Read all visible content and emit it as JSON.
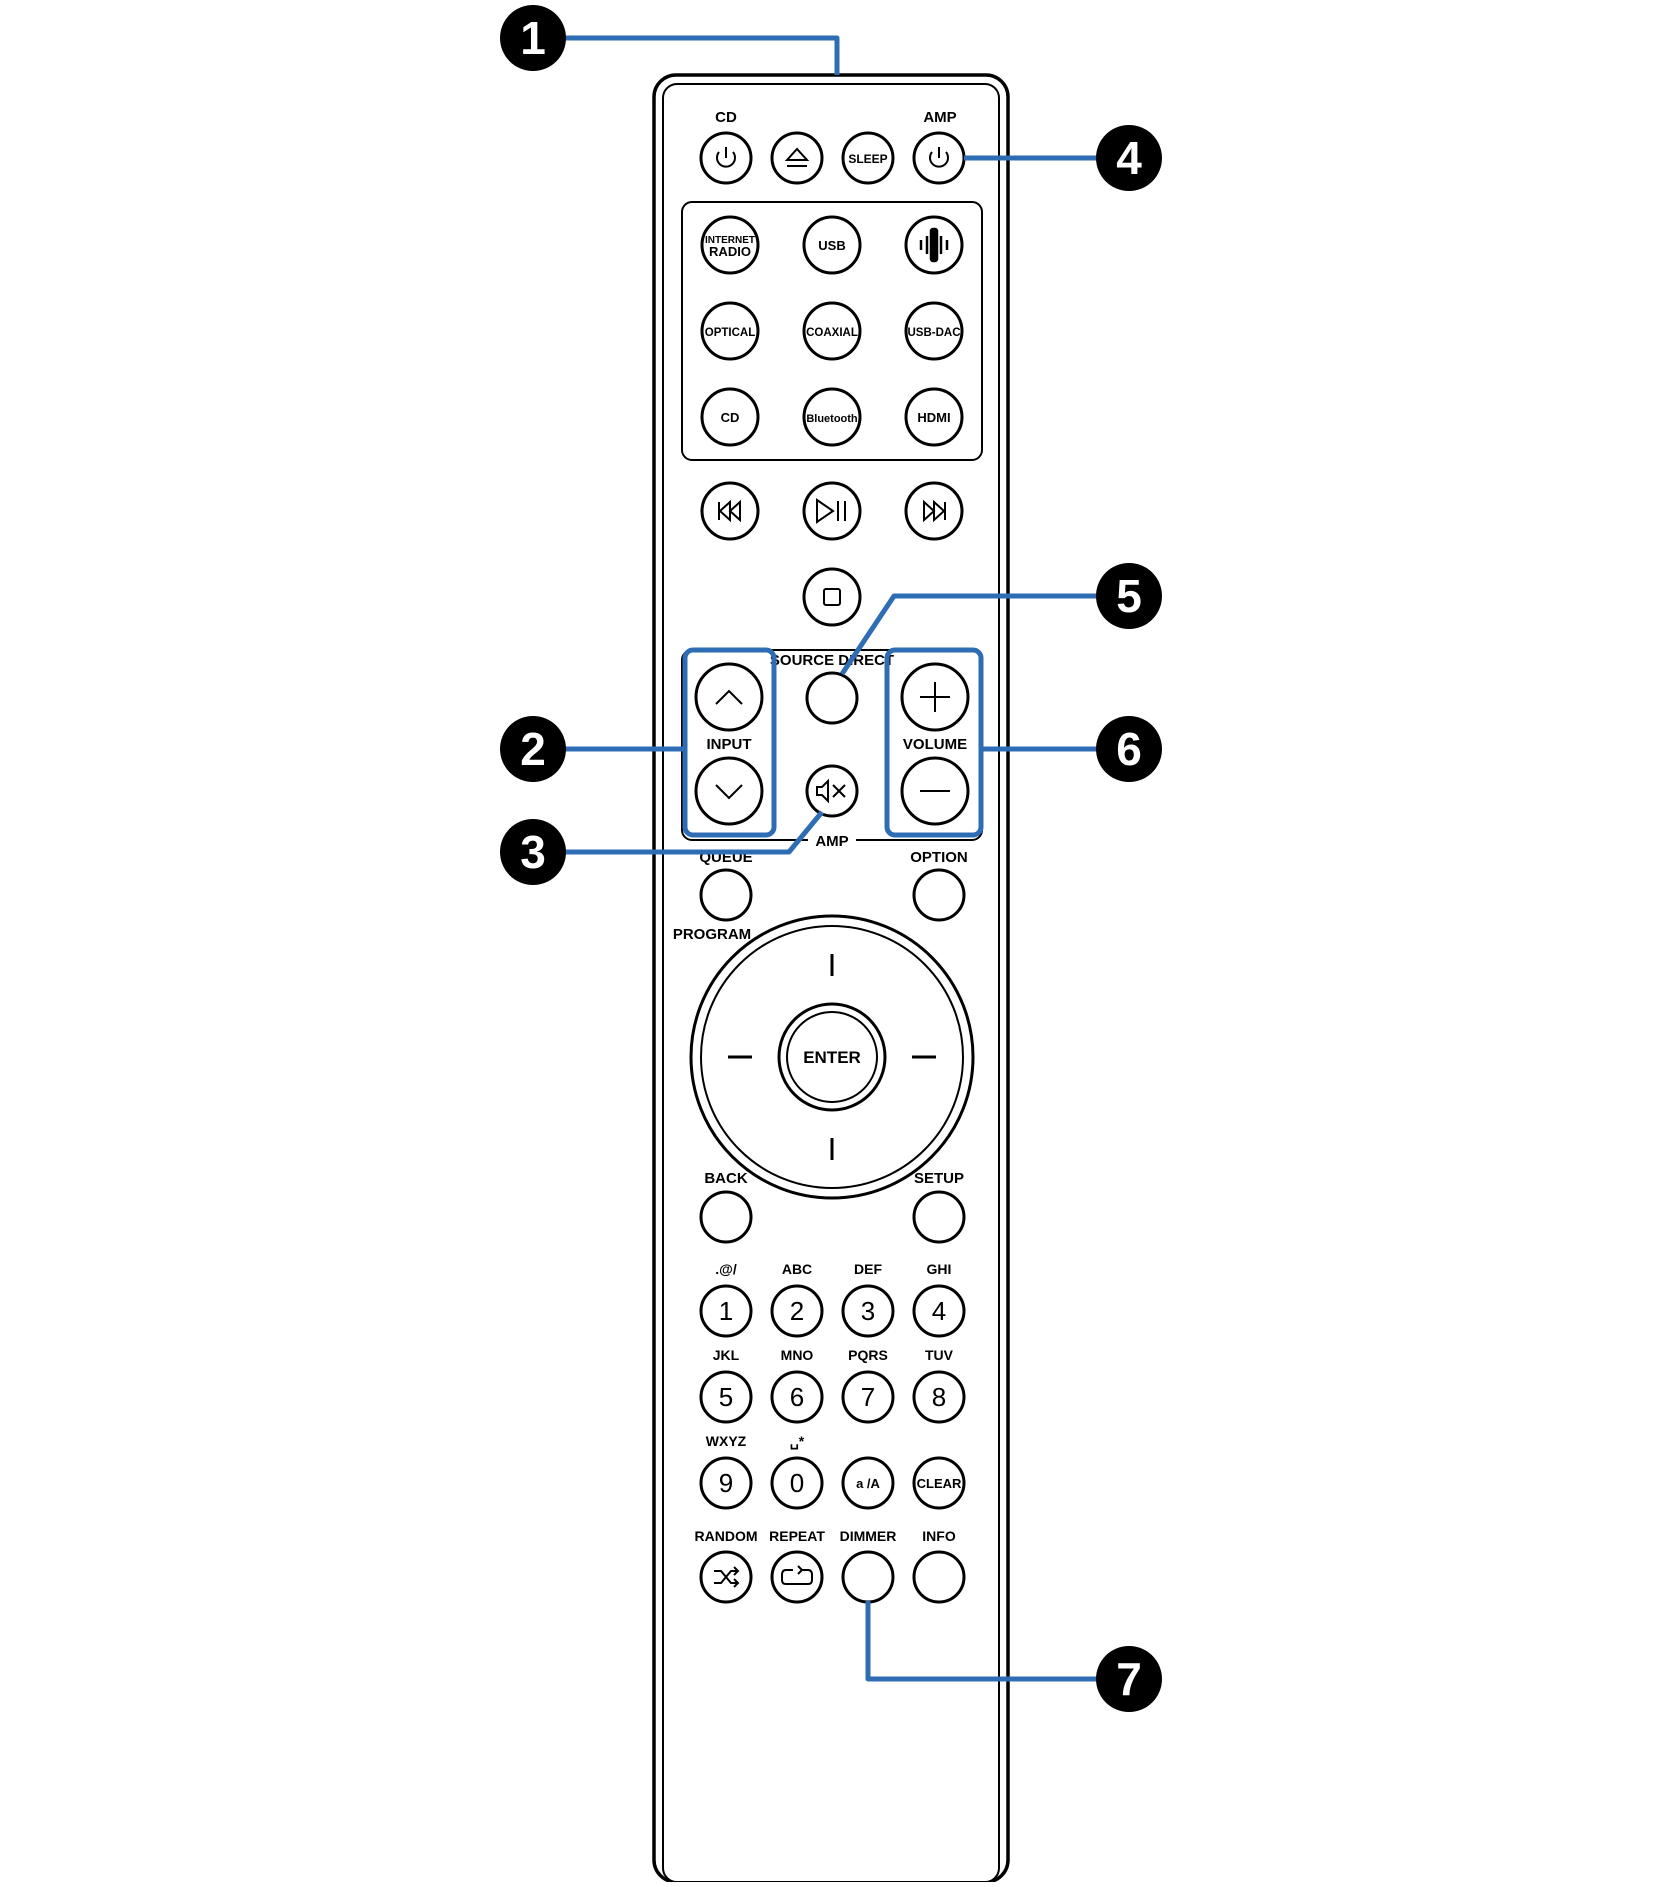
{
  "colors": {
    "callout_blue": "#2e6db4",
    "outline": "#000000",
    "callout_fill": "#000000",
    "background": "#ffffff"
  },
  "top_labels": {
    "cd": "CD",
    "amp": "AMP"
  },
  "top_buttons": [
    {
      "id": "cd-power",
      "icon": "power-icon"
    },
    {
      "id": "eject",
      "icon": "eject-icon"
    },
    {
      "id": "sleep",
      "label": "SLEEP"
    },
    {
      "id": "amp-power",
      "icon": "power-icon"
    }
  ],
  "source_buttons": [
    {
      "id": "internet-radio",
      "label": "INTERNET\nRADIO"
    },
    {
      "id": "usb",
      "label": "USB"
    },
    {
      "id": "heos",
      "icon": "heos-icon"
    },
    {
      "id": "optical",
      "label": "OPTICAL"
    },
    {
      "id": "coaxial",
      "label": "COAXIAL"
    },
    {
      "id": "usb-dac",
      "label": "USB-DAC"
    },
    {
      "id": "cd",
      "label": "CD"
    },
    {
      "id": "bluetooth",
      "label": "Bluetooth"
    },
    {
      "id": "hdmi",
      "label": "HDMI"
    }
  ],
  "transport_buttons": [
    {
      "id": "previous",
      "icon": "skip-back-icon"
    },
    {
      "id": "play-pause",
      "icon": "play-pause-icon"
    },
    {
      "id": "next",
      "icon": "skip-forward-icon"
    },
    {
      "id": "stop",
      "icon": "stop-icon"
    }
  ],
  "amp_section": {
    "source_direct": "SOURCE DIRECT",
    "input": "INPUT",
    "volume": "VOLUME",
    "amp": "AMP"
  },
  "nav_labels": {
    "queue": "QUEUE",
    "program": "PROGRAM",
    "option": "OPTION",
    "enter": "ENTER",
    "back": "BACK",
    "setup": "SETUP"
  },
  "number_keys": [
    {
      "sub": ".@/",
      "digit": "1"
    },
    {
      "sub": "ABC",
      "digit": "2"
    },
    {
      "sub": "DEF",
      "digit": "3"
    },
    {
      "sub": "GHI",
      "digit": "4"
    },
    {
      "sub": "JKL",
      "digit": "5"
    },
    {
      "sub": "MNO",
      "digit": "6"
    },
    {
      "sub": "PQRS",
      "digit": "7"
    },
    {
      "sub": "TUV",
      "digit": "8"
    },
    {
      "sub": "WXYZ",
      "digit": "9"
    },
    {
      "sub": "␣*",
      "digit": "0"
    },
    {
      "sub": "",
      "digit": "a /A"
    },
    {
      "sub": "",
      "digit": "CLEAR"
    }
  ],
  "function_keys": [
    {
      "label": "RANDOM",
      "icon": "shuffle-icon"
    },
    {
      "label": "REPEAT",
      "icon": "repeat-icon"
    },
    {
      "label": "DIMMER",
      "icon": ""
    },
    {
      "label": "INFO",
      "icon": ""
    }
  ],
  "callouts": [
    "1",
    "2",
    "3",
    "4",
    "5",
    "6",
    "7"
  ]
}
